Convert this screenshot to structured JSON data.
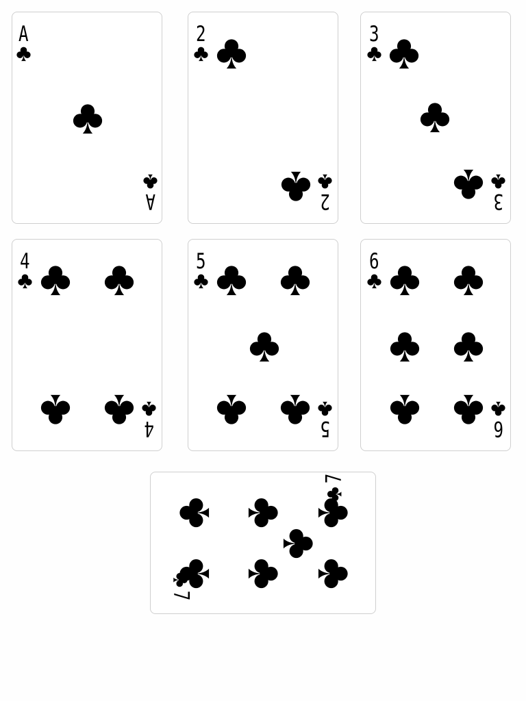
{
  "suit_icon": "club-icon",
  "colors": {
    "ink": "#000000",
    "card": "#ffffff",
    "border": "#cfcfcf",
    "background": "#fefefe"
  },
  "cards": [
    {
      "rank": "A",
      "suit": "clubs"
    },
    {
      "rank": "2",
      "suit": "clubs"
    },
    {
      "rank": "3",
      "suit": "clubs"
    },
    {
      "rank": "4",
      "suit": "clubs"
    },
    {
      "rank": "5",
      "suit": "clubs"
    },
    {
      "rank": "6",
      "suit": "clubs"
    },
    {
      "rank": "7",
      "suit": "clubs"
    }
  ]
}
